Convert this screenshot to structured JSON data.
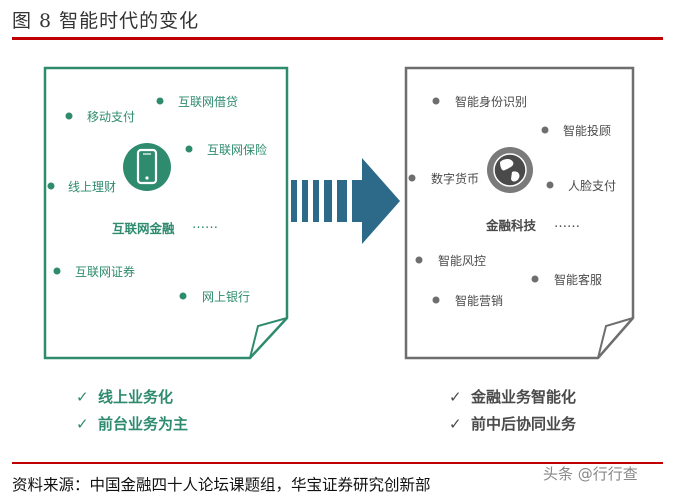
{
  "figure_title": "图 8   智能时代的变化",
  "left_panel": {
    "center_label": "互联网金融",
    "center_icon": "smartphone-icon",
    "ellipsis": "……",
    "items": [
      "移动支付",
      "互联网借贷",
      "互联网保险",
      "线上理财",
      "互联网证券",
      "网上银行"
    ],
    "color": "#2e8b6e"
  },
  "right_panel": {
    "center_label": "金融科技",
    "center_icon": "globe-icon",
    "ellipsis": "……",
    "items": [
      "智能身份识别",
      "智能投顾",
      "数字货币",
      "人脸支付",
      "智能风控",
      "智能客服",
      "智能营销"
    ],
    "color": "#6e6e6e"
  },
  "arrow_color": "#2d6a8a",
  "left_bullets": [
    "线上业务化",
    "前台业务为主"
  ],
  "right_bullets": [
    "金融业务智能化",
    "前中后协同业务"
  ],
  "check_glyph": "✓",
  "source": "资料来源：中国金融四十人论坛课题组，华宝证券研究创新部",
  "watermark": "头条 @行行查"
}
